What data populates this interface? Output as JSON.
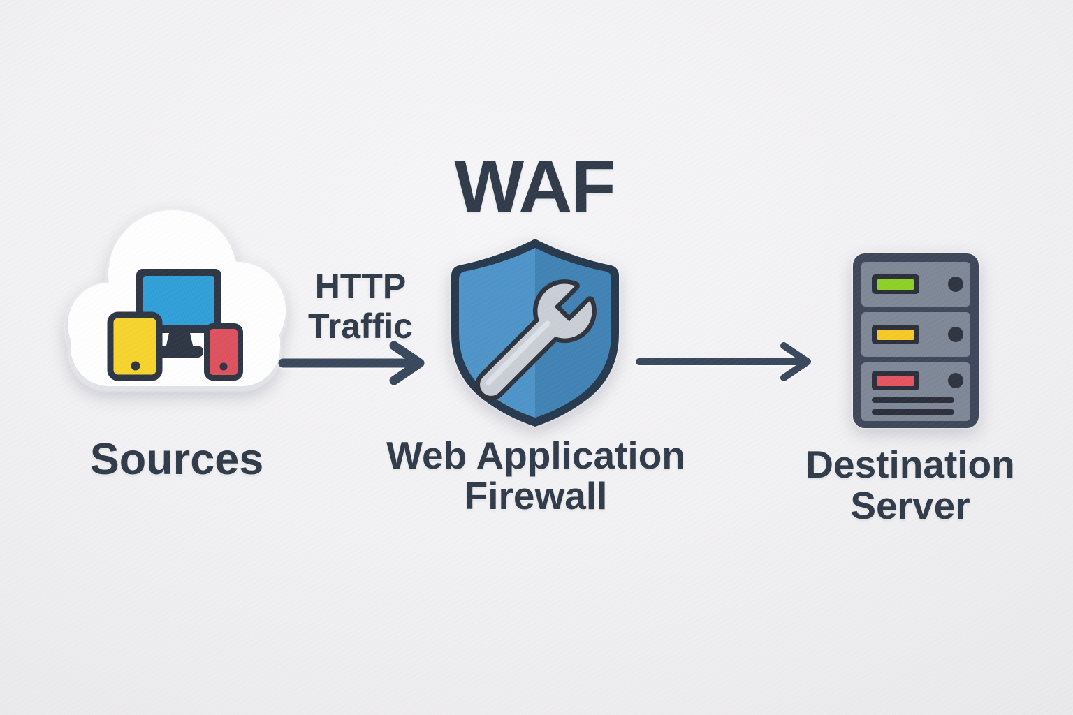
{
  "diagram": {
    "title": "WAF",
    "nodes": {
      "sources": {
        "label": "Sources",
        "icon": "cloud-devices-icon"
      },
      "waf": {
        "title": "WAF",
        "caption_line1": "Web Application",
        "caption_line2": "Firewall",
        "icon": "shield-wrench-icon"
      },
      "destination": {
        "label_line1": "Destination",
        "label_line2": "Server",
        "icon": "server-icon"
      }
    },
    "edges": {
      "sources_to_waf": {
        "label_line1": "HTTP",
        "label_line2": "Traffic",
        "direction": "right"
      },
      "waf_to_destination": {
        "label": "",
        "direction": "right"
      }
    }
  },
  "palette": {
    "ink": "#2d3847",
    "arrow": "#36455a",
    "cloud": "#ffffff",
    "cloud_shadow": "#e2e3e9",
    "device_frame": "#2b3342",
    "monitor_screen": "#2d9ed8",
    "tablet": "#f7d42a",
    "phone": "#de4f5b",
    "shield_border": "#24364b",
    "shield_left": "#4c93c8",
    "shield_right": "#3e81b4",
    "wrench_outline": "#2b303a",
    "wrench_fill": "#c9ced7",
    "wrench_highlight": "#e4e7ec",
    "server_frame": "#3c4457",
    "server_panel": "#7d8696",
    "led_frame": "#272c38",
    "led_green": "#8cd122",
    "led_yellow": "#f6c922",
    "led_red": "#e7515e",
    "server_dot": "#2b313e"
  }
}
